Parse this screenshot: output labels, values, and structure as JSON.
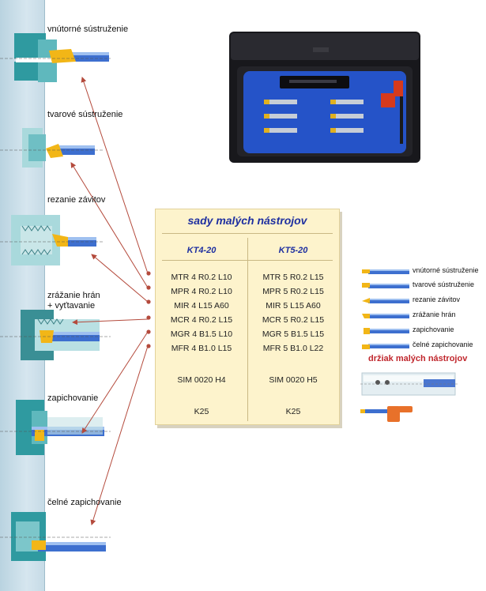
{
  "operations": [
    {
      "label": "vnútorné sústruženie"
    },
    {
      "label": "tvarové sústruženie"
    },
    {
      "label": "rezanie závitov"
    },
    {
      "label": "zrážanie hrán\n+ vyťtavanie"
    },
    {
      "label": "zapichovanie"
    },
    {
      "label": "čelné zapichovanie"
    }
  ],
  "table": {
    "title": "sady malých nástrojov",
    "columns": [
      {
        "header": "KT4-20",
        "rows": [
          "MTR 4 R0.2  L10",
          "MPR 4 R0.2  L10",
          "MIR  4 L15   A60",
          "MCR 4 R0.2  L15",
          "MGR 4 B1.5  L10",
          "MFR 4 B1.0  L15"
        ],
        "holder": "SIM 0020 H4",
        "grade": "K25"
      },
      {
        "header": "KT5-20",
        "rows": [
          "MTR  5 R0.2 L15",
          "MPR  5 R0.2 L15",
          "MIR   5 L15  A60",
          "MCR  5 R0.2 L15",
          "MGR  5 B1.5 L15",
          "MFR  5 B1.0 L22"
        ],
        "holder": "SIM 0020 H5",
        "grade": "K25"
      }
    ]
  },
  "legend": {
    "items": [
      {
        "label": "vnútorné sústruženie"
      },
      {
        "label": "tvarové sústruženie"
      },
      {
        "label": "rezanie závitov"
      },
      {
        "label": "zrážanie hrán"
      },
      {
        "label": "zapichovanie"
      },
      {
        "label": "čelné zapichovanie"
      }
    ],
    "holder_title": "držiak malých nástrojov"
  },
  "colors": {
    "workpiece": "#2f9aa0",
    "workpiece_light": "#a9d9dc",
    "tool_body": "#3d6fcf",
    "tool_tip": "#f2b617",
    "arrow": "#b44a3c",
    "title": "#1e2fa0",
    "table_bg": "#fdf3cc",
    "case": "#1c1c20",
    "foam": "#2553c8",
    "key": "#d63a1c"
  }
}
